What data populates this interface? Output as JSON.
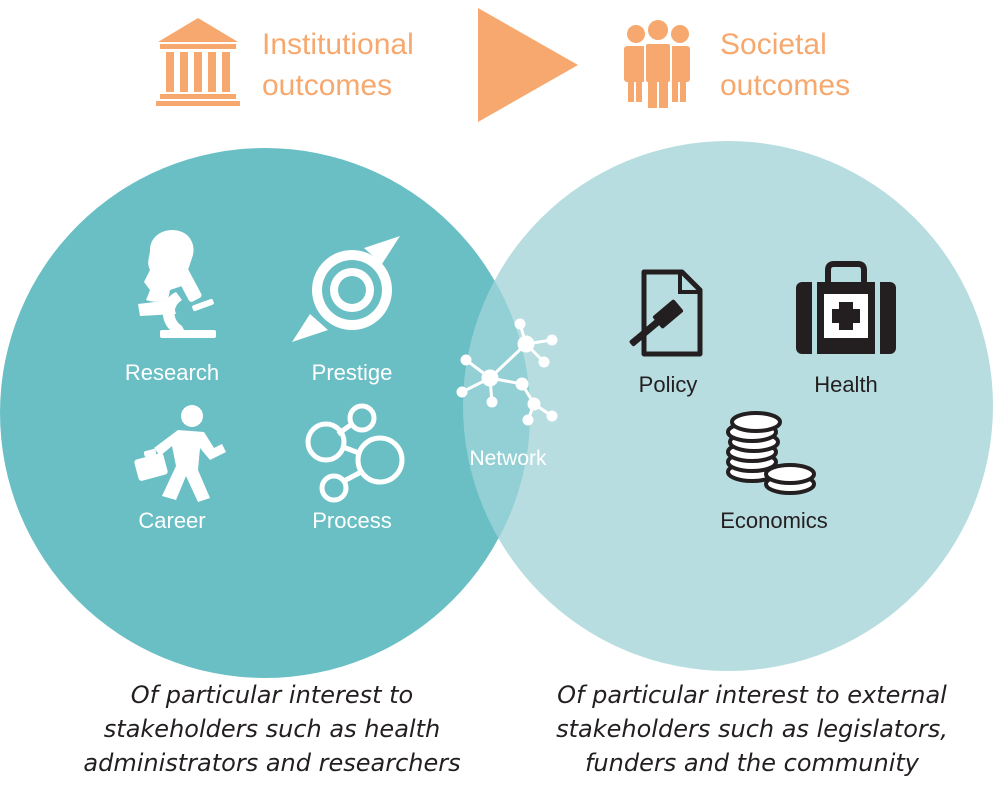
{
  "header": {
    "institutional": {
      "line1": "Institutional",
      "line2": "outcomes",
      "icon": "institution-building-icon"
    },
    "arrow": {
      "icon": "arrow-right-icon"
    },
    "societal": {
      "line1": "Societal",
      "line2": "outcomes",
      "icon": "people-group-icon"
    }
  },
  "left_circle": {
    "items": [
      {
        "label": "Research",
        "icon": "scientist-microscope-icon"
      },
      {
        "label": "Prestige",
        "icon": "award-seal-icon"
      },
      {
        "label": "Career",
        "icon": "businessman-running-icon"
      },
      {
        "label": "Process",
        "icon": "process-nodes-icon"
      }
    ]
  },
  "overlap": {
    "label": "Network",
    "icon": "network-icon"
  },
  "right_circle": {
    "items": [
      {
        "label": "Policy",
        "icon": "policy-gavel-document-icon"
      },
      {
        "label": "Health",
        "icon": "medical-kit-icon"
      },
      {
        "label": "Economics",
        "icon": "coin-stack-icon"
      }
    ]
  },
  "captions": {
    "left": [
      "Of particular interest to",
      "stakeholders such as health",
      "administrators and researchers"
    ],
    "right": [
      "Of particular interest to external",
      "stakeholders such as legislators,",
      "funders and the community"
    ]
  },
  "colors": {
    "accent_orange": "#f6a86e",
    "left_circle": "#6abfc5",
    "right_circle": "#b7dde0",
    "overlap": "#93d0d5",
    "icon_dark": "#231f20",
    "caption_text": "#231f20"
  }
}
